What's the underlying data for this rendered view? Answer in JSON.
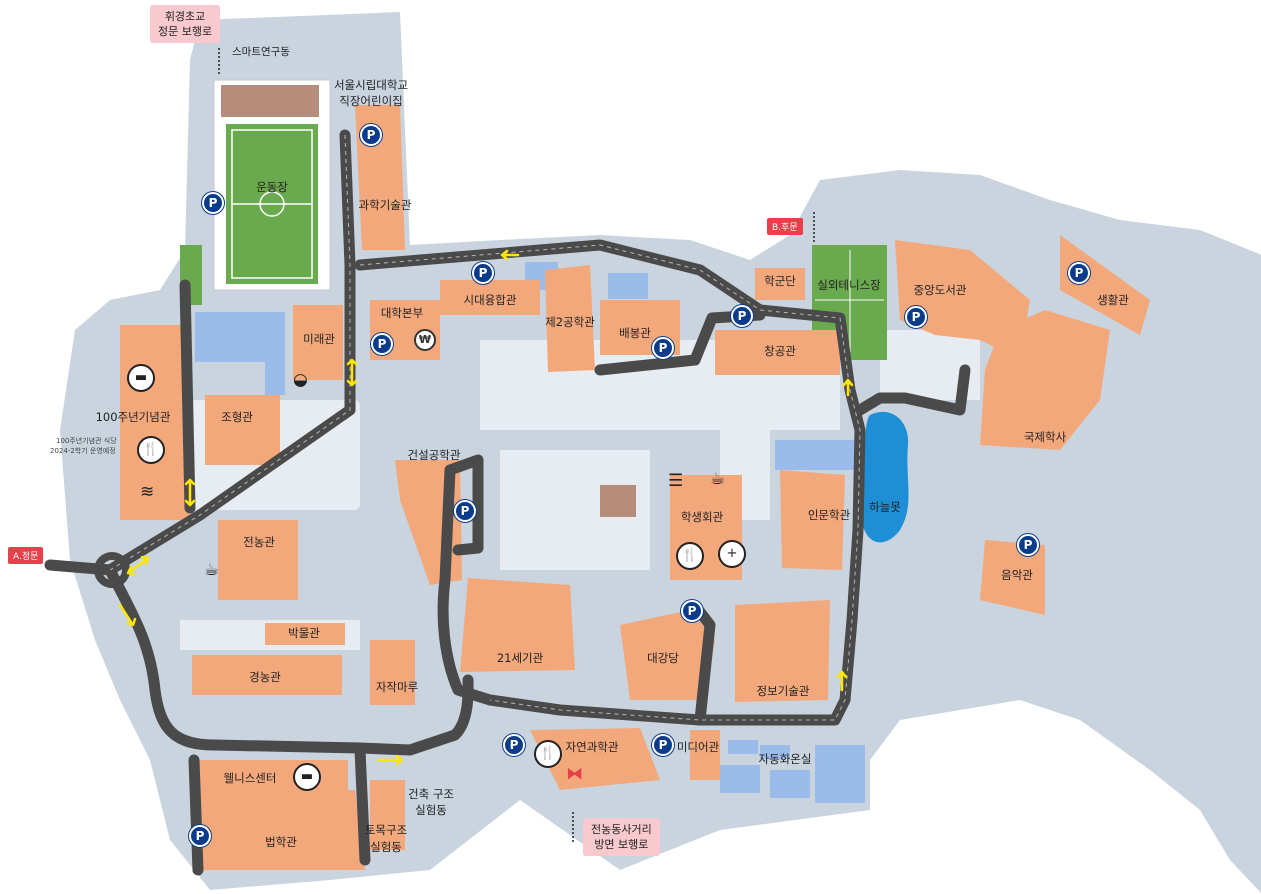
{
  "gates": {
    "main": "A.정문",
    "back": "B.후문"
  },
  "walkways": {
    "north_line1": "휘경초교",
    "north_line2": "정문 보행로",
    "south_line1": "전농동사거리",
    "south_line2": "방면 보행로"
  },
  "buildings": {
    "smart_research": "스마트연구동",
    "daycare_line1": "서울시립대학교",
    "daycare_line2": "직장어린이집",
    "sports_field": "운동장",
    "science_tech": "과학기술관",
    "mirae": "미래관",
    "main_office": "대학본부",
    "convergence": "시대융합관",
    "engineering2": "제2공학관",
    "baebong": "배봉관",
    "hakgundan": "학군단",
    "tennis": "실외테니스장",
    "central_library": "중앙도서관",
    "dormitory": "생활관",
    "changgong": "창공관",
    "centennial": "100주년기념관",
    "centennial_note1": "100주년기념관 식당",
    "centennial_note2": "2024-2학기 운영예정",
    "johyeong": "조형관",
    "international_house": "국제학사",
    "civil_eng": "건설공학관",
    "student_union": "학생회관",
    "humanities": "인문학관",
    "pond": "하늘못",
    "jeonnong": "전농관",
    "music": "음악관",
    "museum": "박물관",
    "economics": "경농관",
    "jajak": "자작마루",
    "century21": "21세기관",
    "auditorium": "대강당",
    "it_building": "정보기술관",
    "natural_science": "자연과학관",
    "media": "미디어관",
    "auto_garage": "자동화온실",
    "wellness": "웰니스센터",
    "arch_lab1": "건축 구조",
    "arch_lab2": "실험동",
    "civil_lab1": "토목구조",
    "civil_lab2": "실험동",
    "law": "법학관"
  },
  "symbols": {
    "parking": "P",
    "atm": "₩"
  },
  "icons": [
    "parking-icon",
    "fitness-icon",
    "restaurant-icon",
    "cafe-icon",
    "bakery-icon",
    "book-icon",
    "medical-icon",
    "won-icon",
    "stadium-icon",
    "aed-icon",
    "one-way-arrow-icon"
  ],
  "colors": {
    "building": "#f3a87c",
    "road": "#4a4a4a",
    "ground": "#c9d4df",
    "field": "#6aaa4e",
    "water": "#1e8fd6",
    "parking": "#0b3c8c",
    "gate": "#e8404a",
    "walkway": "#f8c9cf",
    "arrow": "#ffe600",
    "facility": "#9bbcea"
  }
}
